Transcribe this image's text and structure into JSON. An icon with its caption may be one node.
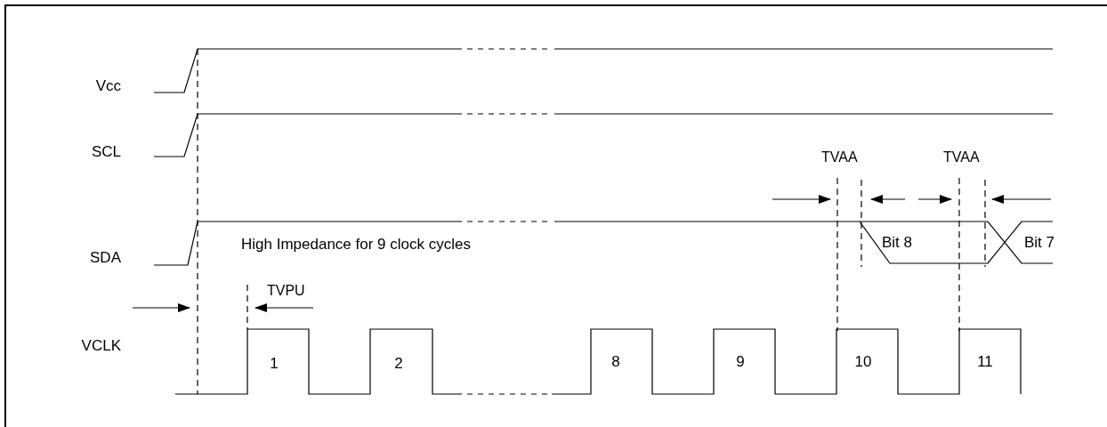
{
  "diagram": {
    "labels": [
      "Vcc",
      "SCL",
      "TVAA",
      "TVAA",
      "SDA",
      "High Impedance for 9 clock cycles",
      "Bit 8",
      "Bit 7",
      "TVPU",
      "VCLK",
      "1",
      "2",
      "8",
      "9",
      "10",
      "11"
    ]
  }
}
